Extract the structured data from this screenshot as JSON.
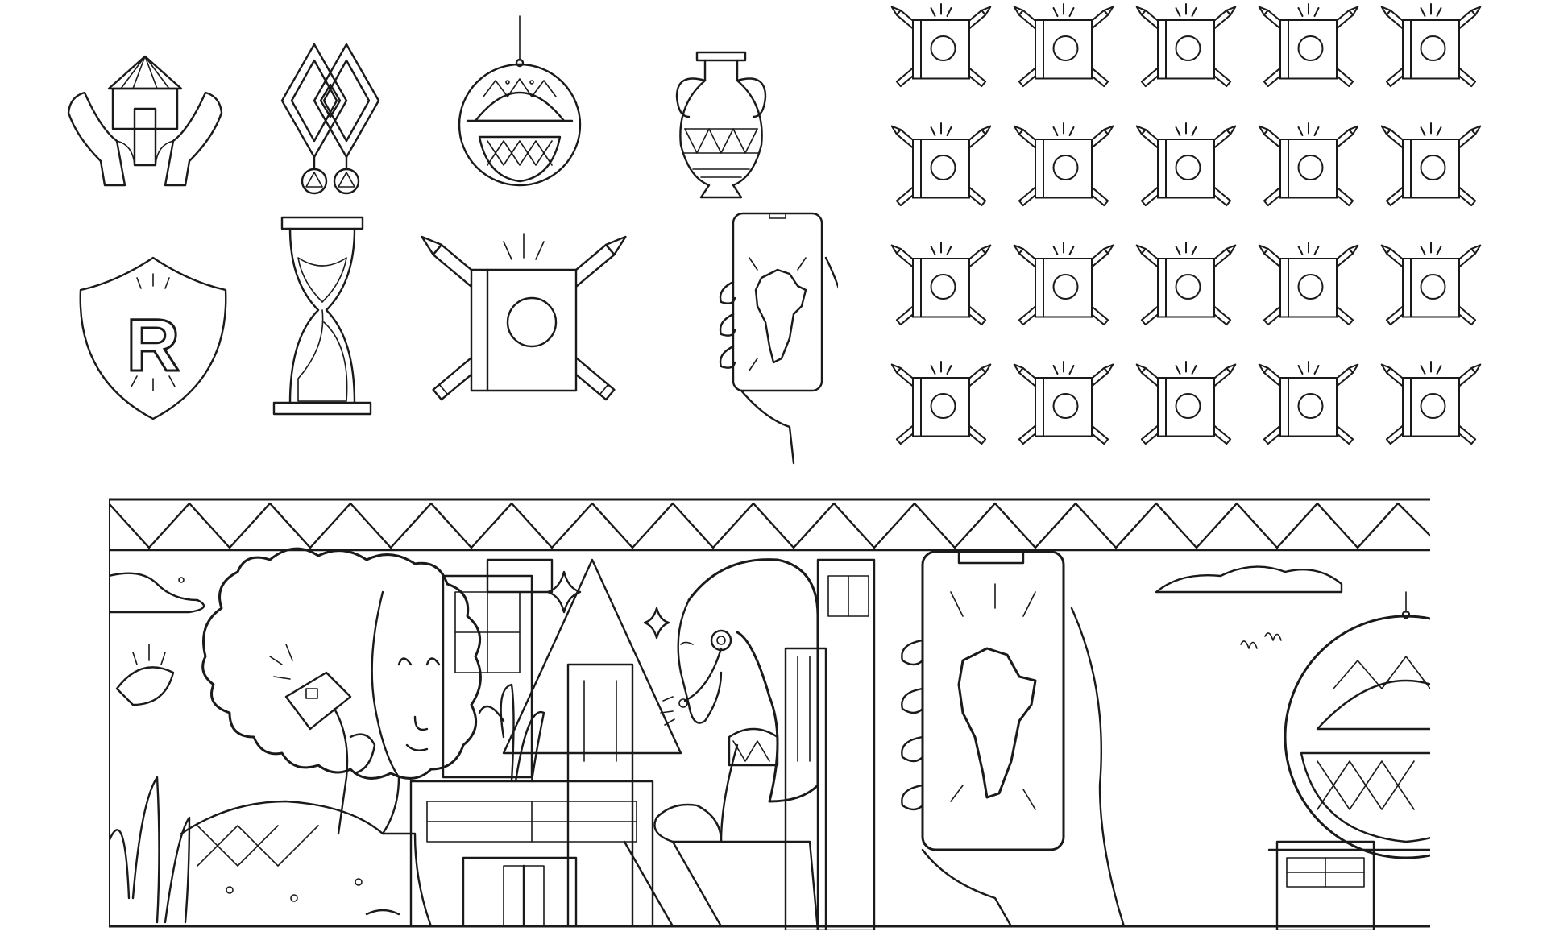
{
  "artboard": {
    "background": "#ffffff",
    "ink_color": "#1a1a1a"
  },
  "icon_sheet": {
    "icons": [
      {
        "name": "hands-holding-house-icon"
      },
      {
        "name": "diamond-earrings-icon"
      },
      {
        "name": "hanging-ornament-icon"
      },
      {
        "name": "vase-icon"
      },
      {
        "name": "shield-letter-icon",
        "letter": "R"
      },
      {
        "name": "hourglass-icon"
      },
      {
        "name": "book-crossed-pencils-icon"
      },
      {
        "name": "hand-holding-phone-africa-icon"
      }
    ]
  },
  "pattern": {
    "motif": "book-crossed-pencils-icon",
    "rows": 4,
    "cols": 5
  },
  "banner": {
    "elements": [
      "zigzag-border",
      "curly-haired-woman-with-card",
      "buildings",
      "sparkles",
      "woman-with-headset",
      "hand-holding-phone-africa",
      "hanging-ornament",
      "plants"
    ]
  }
}
